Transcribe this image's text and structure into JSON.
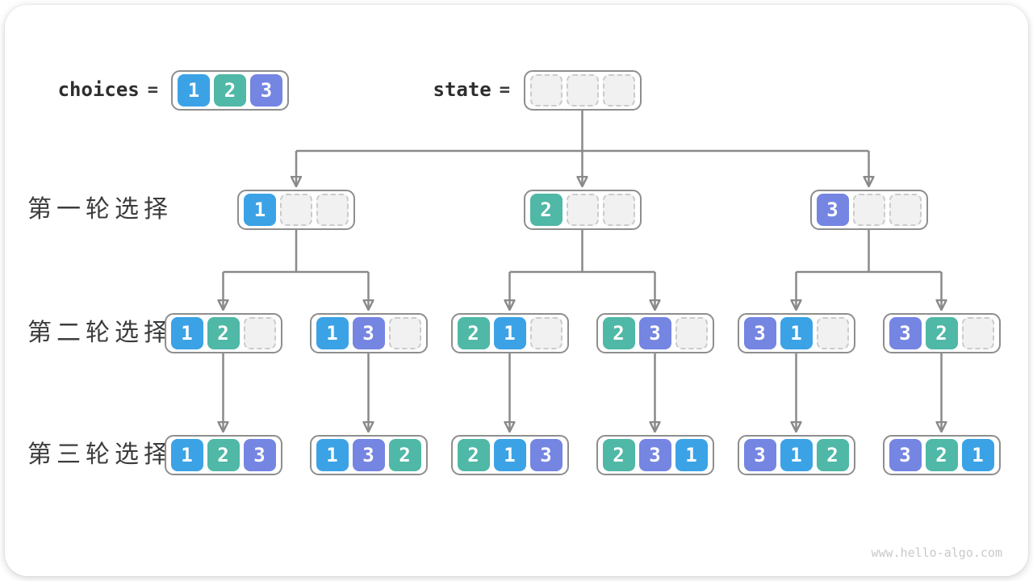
{
  "header": {
    "choices": {
      "label": "choices",
      "equals": "=",
      "values": [
        1,
        2,
        3
      ]
    },
    "state": {
      "label": "state",
      "equals": "=",
      "values": [
        null,
        null,
        null
      ]
    }
  },
  "tree": {
    "rounds": [
      {
        "label": "第一轮选择",
        "nodes": [
          [
            1,
            null,
            null
          ],
          [
            2,
            null,
            null
          ],
          [
            3,
            null,
            null
          ]
        ]
      },
      {
        "label": "第二轮选择",
        "nodes": [
          [
            1,
            2,
            null
          ],
          [
            1,
            3,
            null
          ],
          [
            2,
            1,
            null
          ],
          [
            2,
            3,
            null
          ],
          [
            3,
            1,
            null
          ],
          [
            3,
            2,
            null
          ]
        ]
      },
      {
        "label": "第三轮选择",
        "nodes": [
          [
            1,
            2,
            3
          ],
          [
            1,
            3,
            2
          ],
          [
            2,
            1,
            3
          ],
          [
            2,
            3,
            1
          ],
          [
            3,
            1,
            2
          ],
          [
            3,
            2,
            1
          ]
        ]
      }
    ]
  },
  "colors": {
    "1": "#3BA2E6",
    "2": "#4FB8A6",
    "3": "#7585E2",
    "empty_fill": "#F1F1F1",
    "empty_border": "#CBCBCB",
    "node_border": "#8E8E8E",
    "line": "#8A8A8A"
  },
  "watermark": "www.hello-algo.com"
}
